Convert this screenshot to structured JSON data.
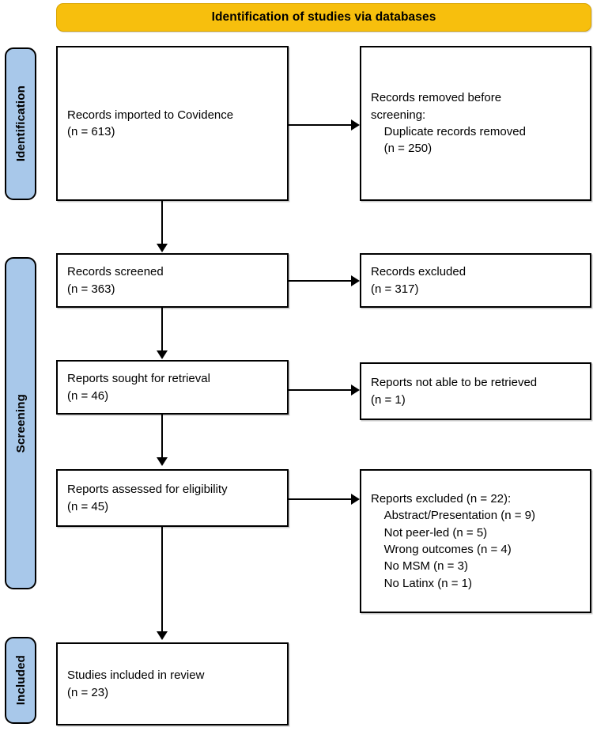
{
  "diagram": {
    "type": "prisma-flow-diagram",
    "banner": {
      "label": "Identification of studies via databases"
    },
    "stage_labels": [
      {
        "name": "identification",
        "label": "Identification"
      },
      {
        "name": "screening",
        "label": "Screening"
      },
      {
        "name": "included",
        "label": "Included"
      }
    ],
    "boxes": [
      {
        "name": "records-imported",
        "column": "left",
        "text": "Records imported to Covidence\n(n = 613)",
        "count": 613
      },
      {
        "name": "records-removed-before-screening",
        "column": "right",
        "text": "Records removed before\nscreening:\n    Duplicate records removed\n    (n = 250)",
        "count": 250
      },
      {
        "name": "records-screened",
        "column": "left",
        "text": "Records screened\n(n = 363)",
        "count": 363
      },
      {
        "name": "records-excluded",
        "column": "right",
        "text": "Records excluded\n(n = 317)",
        "count": 317
      },
      {
        "name": "reports-sought-for-retrieval",
        "column": "left",
        "text": "Reports sought for retrieval\n(n = 46)",
        "count": 46
      },
      {
        "name": "reports-not-retrieved",
        "column": "right",
        "text": "Reports not able to be retrieved\n(n = 1)",
        "count": 1
      },
      {
        "name": "reports-assessed-for-eligibility",
        "column": "left",
        "text": "Reports assessed for eligibility\n(n = 45)",
        "count": 45
      },
      {
        "name": "reports-excluded-with-reasons",
        "column": "right",
        "text": "Reports excluded (n = 22):\n    Abstract/Presentation (n = 9)\n    Not peer-led (n = 5)\n    Wrong outcomes (n = 4)\n    No MSM (n = 3)\n    No Latinx (n = 1)",
        "count": 22,
        "reasons": [
          {
            "label": "Abstract/Presentation",
            "count": 9
          },
          {
            "label": "Not peer-led",
            "count": 5
          },
          {
            "label": "Wrong outcomes",
            "count": 4
          },
          {
            "label": "No MSM",
            "count": 3
          },
          {
            "label": "No Latinx",
            "count": 1
          }
        ]
      },
      {
        "name": "studies-included-in-review",
        "column": "left",
        "text": "Studies included in review\n(n = 23)",
        "count": 23
      }
    ],
    "colors": {
      "banner_fill": "#F7BF0D",
      "banner_border": "#D9A400",
      "stage_label_fill": "#A8C8EA",
      "box_border": "#000000",
      "box_fill": "#FFFFFF",
      "connector": "#000000"
    }
  }
}
